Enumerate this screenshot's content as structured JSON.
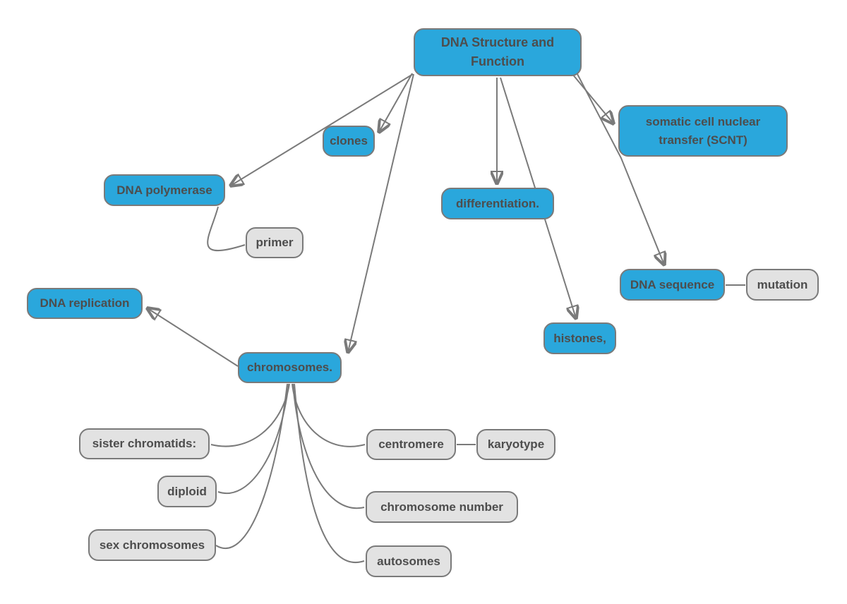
{
  "diagram": {
    "type": "concept-map",
    "nodes": {
      "root": {
        "label": "DNA Structure and Function",
        "type": "primary"
      },
      "clones": {
        "label": "clones",
        "type": "primary"
      },
      "scnt": {
        "label": "somatic cell nuclear transfer (SCNT)",
        "type": "primary"
      },
      "dna_polymerase": {
        "label": "DNA polymerase",
        "type": "primary"
      },
      "differentiation": {
        "label": "differentiation.",
        "type": "primary"
      },
      "primer": {
        "label": "primer",
        "type": "secondary"
      },
      "dna_sequence": {
        "label": "DNA sequence",
        "type": "primary"
      },
      "mutation": {
        "label": "mutation",
        "type": "secondary"
      },
      "dna_replication": {
        "label": "DNA replication",
        "type": "primary"
      },
      "histones": {
        "label": "histones,",
        "type": "primary"
      },
      "chromosomes": {
        "label": "chromosomes.",
        "type": "primary"
      },
      "sister_chromatids": {
        "label": "sister chromatids:",
        "type": "secondary"
      },
      "centromere": {
        "label": "centromere",
        "type": "secondary"
      },
      "karyotype": {
        "label": "karyotype",
        "type": "secondary"
      },
      "diploid": {
        "label": "diploid",
        "type": "secondary"
      },
      "chromosome_number": {
        "label": "chromosome number",
        "type": "secondary"
      },
      "sex_chromosomes": {
        "label": "sex chromosomes",
        "type": "secondary"
      },
      "autosomes": {
        "label": "autosomes",
        "type": "secondary"
      }
    },
    "edges": [
      {
        "from": "root",
        "to": "dna_polymerase",
        "style": "arrow"
      },
      {
        "from": "root",
        "to": "clones",
        "style": "arrow"
      },
      {
        "from": "root",
        "to": "chromosomes",
        "style": "arrow"
      },
      {
        "from": "root",
        "to": "differentiation",
        "style": "arrow"
      },
      {
        "from": "root",
        "to": "histones",
        "style": "arrow"
      },
      {
        "from": "root",
        "to": "scnt",
        "style": "arrow"
      },
      {
        "from": "root",
        "to": "dna_sequence",
        "style": "arrow"
      },
      {
        "from": "chromosomes",
        "to": "dna_replication",
        "style": "arrow"
      },
      {
        "from": "dna_polymerase",
        "to": "primer",
        "style": "curve"
      },
      {
        "from": "dna_sequence",
        "to": "mutation",
        "style": "line"
      },
      {
        "from": "centromere",
        "to": "karyotype",
        "style": "line"
      },
      {
        "from": "chromosomes",
        "to": "sister_chromatids",
        "style": "curve"
      },
      {
        "from": "chromosomes",
        "to": "centromere",
        "style": "curve"
      },
      {
        "from": "chromosomes",
        "to": "diploid",
        "style": "curve"
      },
      {
        "from": "chromosomes",
        "to": "chromosome_number",
        "style": "curve"
      },
      {
        "from": "chromosomes",
        "to": "sex_chromosomes",
        "style": "curve"
      },
      {
        "from": "chromosomes",
        "to": "autosomes",
        "style": "curve"
      }
    ],
    "colors": {
      "primary_node_fill": "#2AA7DC",
      "secondary_node_fill": "#E2E2E2",
      "node_border": "#7A7A7A",
      "edge_line": "#7A7A7A",
      "label_text": "#4D4D4D",
      "background": "#FFFFFF"
    }
  }
}
